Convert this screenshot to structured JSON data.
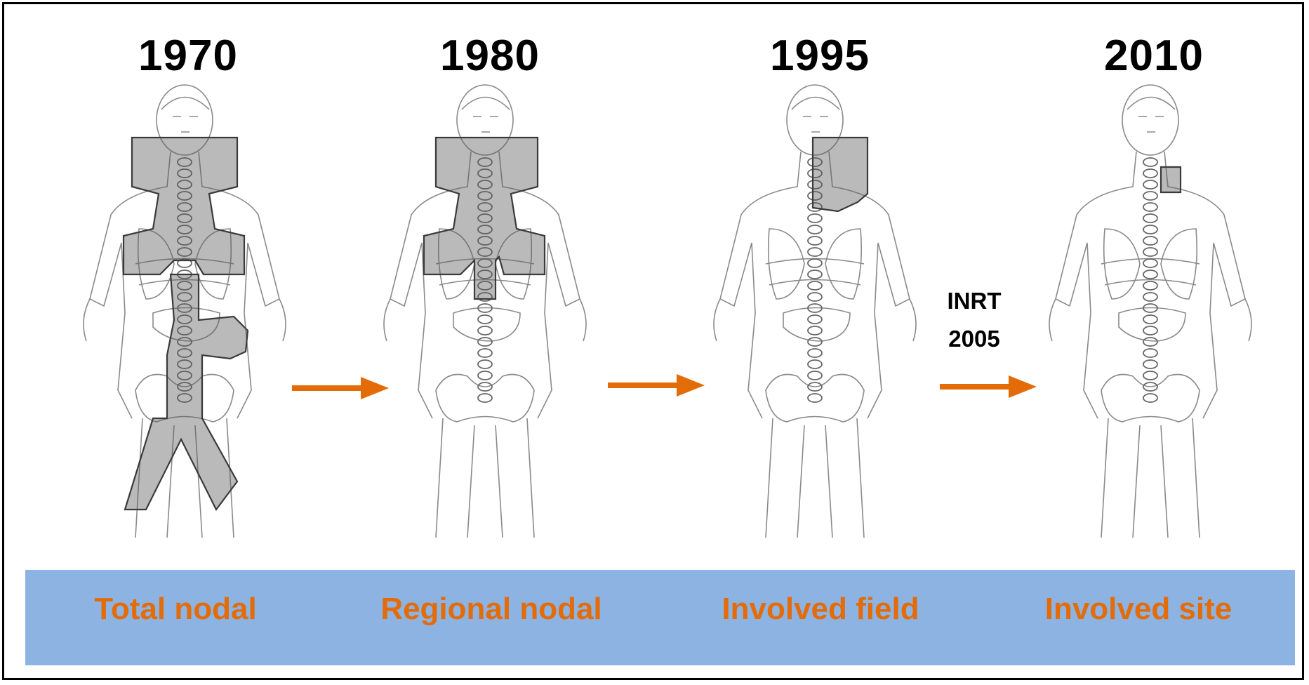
{
  "eras": [
    {
      "year": "1970",
      "modality": "Total nodal"
    },
    {
      "year": "1980",
      "modality": "Regional nodal"
    },
    {
      "year": "1995",
      "modality": "Involved field"
    },
    {
      "year": "2010",
      "modality": "Involved site"
    }
  ],
  "transition_note": {
    "line1": "INRT",
    "line2": "2005"
  },
  "colors": {
    "arrow": "#e36c09",
    "band": "#8db3e2",
    "label": "#e36c09",
    "field": "#5a5a5a"
  },
  "icons": {
    "figure": "body-outline-icon",
    "arrow": "right-arrow-icon"
  }
}
